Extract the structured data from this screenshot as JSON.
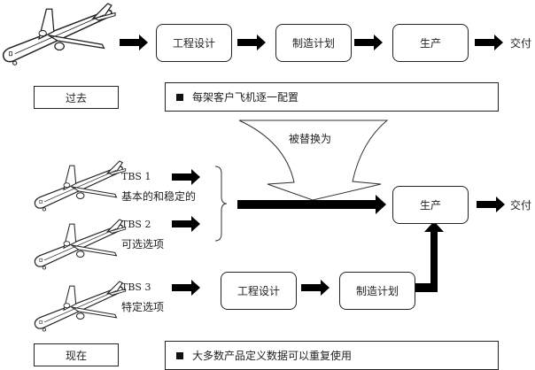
{
  "past": {
    "flow": [
      "工程设计",
      "制造计划",
      "生产"
    ],
    "delivery": "交付",
    "era_label": "过去",
    "note": "每架客户飞机逐一配置"
  },
  "transition": {
    "label": "被替换为"
  },
  "present": {
    "tbs": [
      {
        "id": "TBS 1",
        "desc": "基本的和稳定的"
      },
      {
        "id": "TBS 2",
        "desc": "可选选项"
      },
      {
        "id": "TBS 3",
        "desc": "特定选项"
      }
    ],
    "production": "生产",
    "delivery": "交付",
    "tbs3_flow": [
      "工程设计",
      "制造计划"
    ],
    "era_label": "现在",
    "note": "大多数产品定义数据可以重复使用"
  },
  "icons": {
    "airplane": "airplane-icon",
    "arrow": "arrow-right-icon"
  }
}
